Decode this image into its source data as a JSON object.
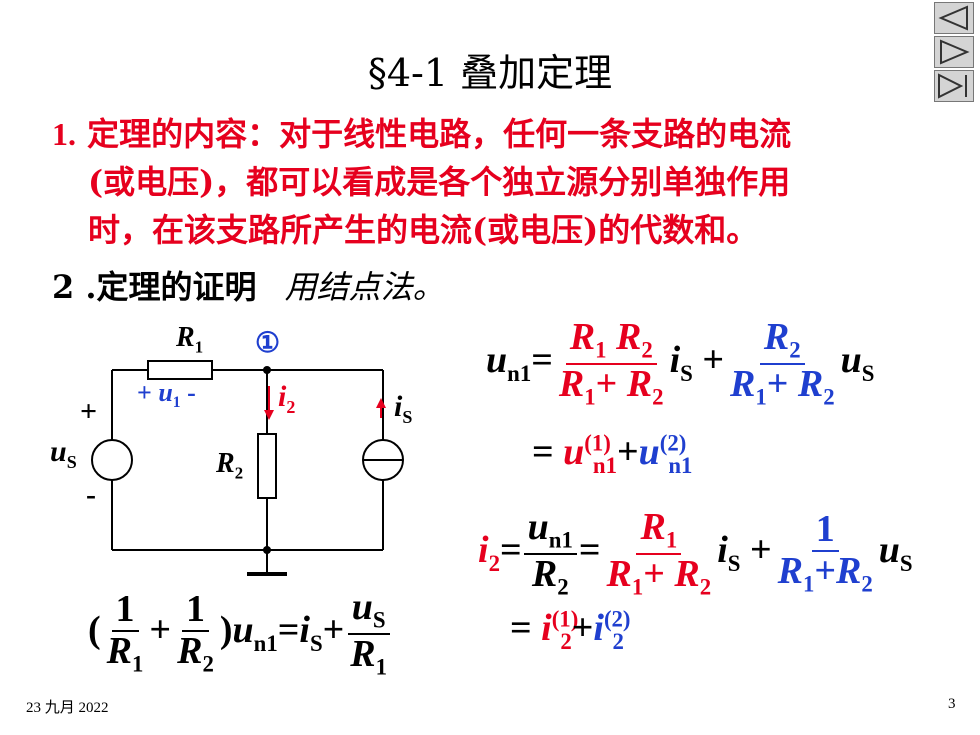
{
  "slide": {
    "title": "§4-1  叠加定理",
    "para1_num": "1.",
    "para1_line1": "定理的内容：对于线性电路，任何一条支路的电流",
    "para1_line2": "(或电压)，都可以看成是各个独立源分别单独作用",
    "para1_line3": "时，在该支路所产生的电流(或电压)的代数和。",
    "para2_label": "2 .定理的证明",
    "para2_method": "用结点法。",
    "footer_date": "23 九月 2022",
    "page_number": "3"
  },
  "circuit": {
    "r1": "R",
    "r1_sub": "1",
    "r2": "R",
    "r2_sub": "2",
    "node": "①",
    "u1": "u",
    "u1_sub": "1",
    "plus": "+",
    "minus": "-",
    "i2": "i",
    "i2_sub": "2",
    "is": "i",
    "is_sub": "S",
    "us": "u",
    "us_sub": "S"
  },
  "nav": {
    "prev_icon": "prev-triangle-icon",
    "next_icon": "next-triangle-icon",
    "last_icon": "last-slide-icon"
  },
  "colors": {
    "red": "#e6001e",
    "blue": "#1f3fcf",
    "nav_bg": "#d4d4d4"
  }
}
